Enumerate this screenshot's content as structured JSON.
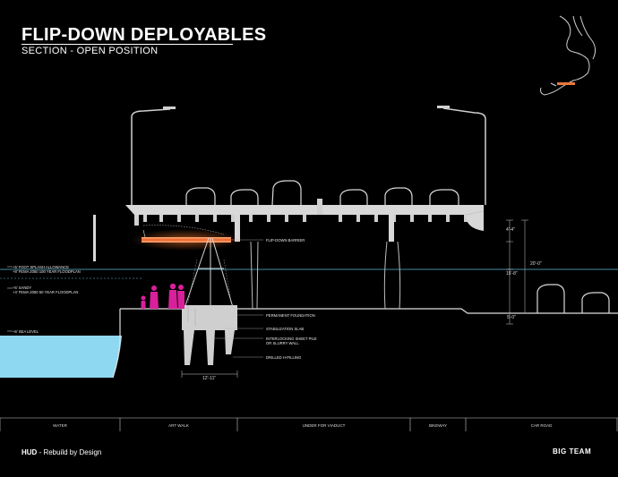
{
  "header": {
    "title": "FLIP-DOWN DEPLOYABLES",
    "subtitle": "SECTION - OPEN POSITION"
  },
  "water_levels": [
    {
      "line1": "+5' FOOT SPLASH ALLOWANCE",
      "line2": "+8' FEMA 2050 100 YEAR FLOODPLAN"
    },
    {
      "line1": "+5' SANDY",
      "line2": "+4' FEMA 2050 50 YEAR FLOODPLAN"
    },
    {
      "line1": "+6' SEA LEVEL"
    }
  ],
  "callouts": {
    "flip_down_barrier": "FLIP-DOWN BARRIER",
    "permanent_foundation": "PERMANENT FOUNDATION",
    "stabilization_slab": "STABILIZATION SLAB",
    "sheet_pile_1": "INTERLOCKING SHEET PILE",
    "sheet_pile_2": "OR SLURRY WALL",
    "drilled_piling": "DRILLED H-PILLING"
  },
  "dimensions": {
    "top": "4'-4\"",
    "total": "20'-0\"",
    "mid": "15'-8\"",
    "bottom": "5'-0\"",
    "footing": "12'-11\""
  },
  "zones": [
    "WATER",
    "ART WALK",
    "UNDER FOR VIADUCT",
    "BIKEWAY",
    "CAR ROAD"
  ],
  "footer": {
    "org": "HUD",
    "program": " - Rebuild by Design",
    "team": "BIG TEAM"
  },
  "colors": {
    "water": "#8fd8f2",
    "flood_line": "#5fb8d8",
    "barrier": "#e8773a",
    "people": "#d9209b",
    "structure": "#d8d8d8"
  }
}
